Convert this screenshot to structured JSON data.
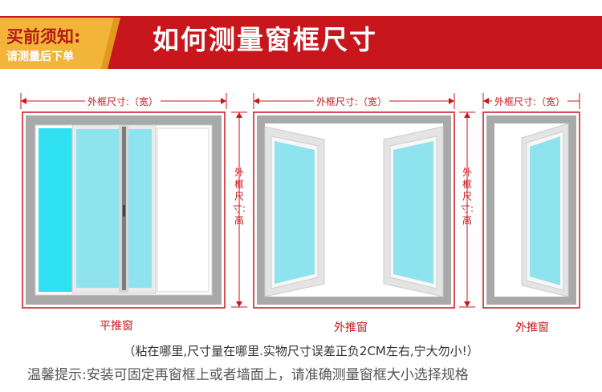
{
  "header": {
    "badge_title": "买前须知:",
    "badge_subtitle": "请测量后下单",
    "title": "如何测量窗框尺寸",
    "banner_color": "#c8161d",
    "badge_color": "#f2b53a"
  },
  "windows": [
    {
      "width_label": "外框尺寸:（宽）",
      "height_label": "外框尺寸:高",
      "name": "平推窗"
    },
    {
      "width_label": "外框尺寸:（宽）",
      "height_label": "外框尺寸:高",
      "name": "外推窗"
    },
    {
      "width_label": "外框尺寸:（宽）",
      "name": "外推窗"
    }
  ],
  "footer": {
    "note": "（粘在哪里,尺寸量在哪里.实物尺寸误差正负2CM左右,宁大勿小!）",
    "tip": "温馨提示:安装可固定再窗框上或者墙面上，请准确测量窗框大小选择规格"
  },
  "colors": {
    "accent": "#c8161d",
    "frame_gray": "#a8a8a8",
    "glass_cyan": "#2fe0f0",
    "glass_light": "#8fe3ee"
  }
}
